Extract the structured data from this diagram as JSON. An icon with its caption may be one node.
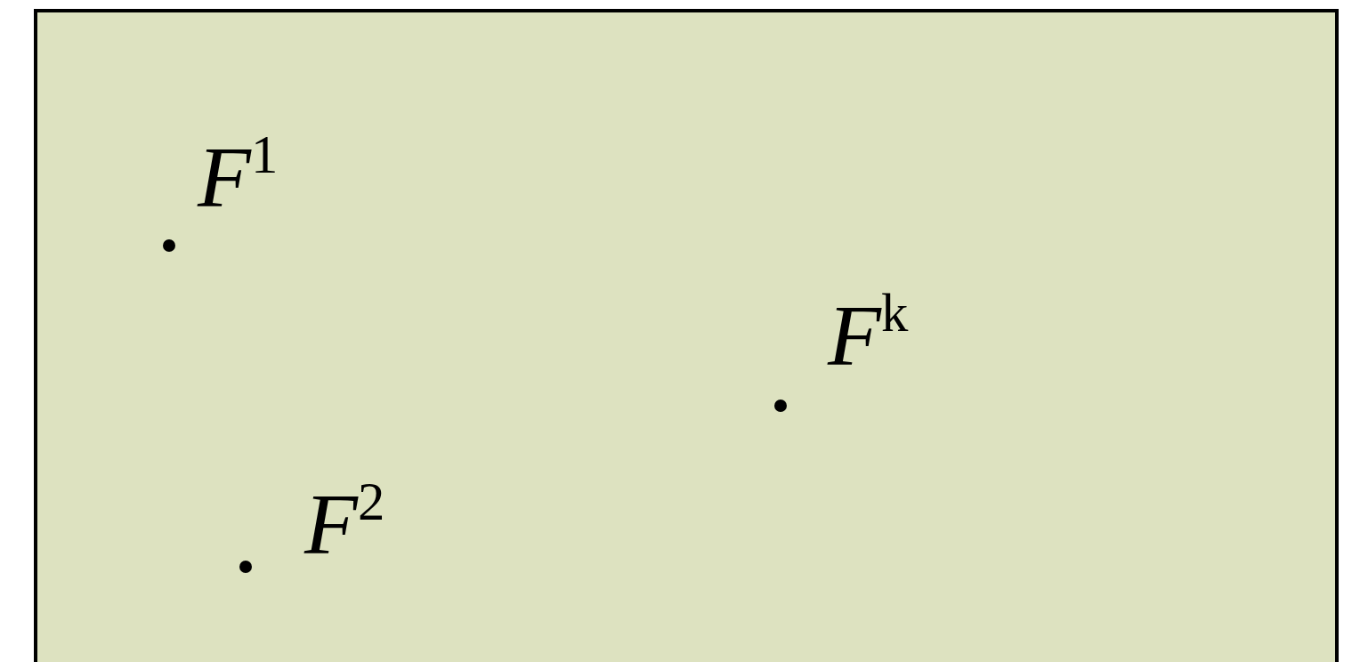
{
  "diagram": {
    "labels": [
      "*F*$^{1}$",
      "*F*$^{k}$",
      "*F*$^{2}$"
    ]
  }
}
